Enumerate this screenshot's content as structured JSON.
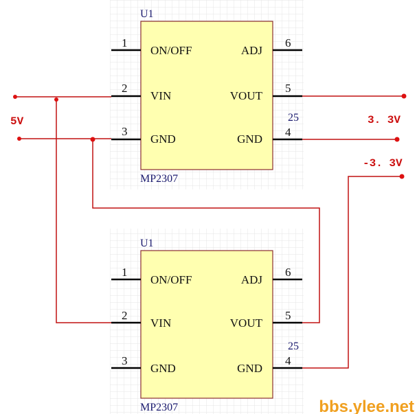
{
  "chips": [
    {
      "designator": "U1",
      "part": "MP2307",
      "pins": [
        {
          "num": "1",
          "name": "ON/OFF"
        },
        {
          "num": "2",
          "name": "VIN"
        },
        {
          "num": "3",
          "name": "GND"
        },
        {
          "num": "6",
          "name": "ADJ"
        },
        {
          "num": "5",
          "name": "VOUT"
        },
        {
          "num": "4",
          "name": "GND"
        }
      ],
      "extra": "25"
    },
    {
      "designator": "U1",
      "part": "MP2307",
      "pins": [
        {
          "num": "1",
          "name": "ON/OFF"
        },
        {
          "num": "2",
          "name": "VIN"
        },
        {
          "num": "3",
          "name": "GND"
        },
        {
          "num": "6",
          "name": "ADJ"
        },
        {
          "num": "5",
          "name": "VOUT"
        },
        {
          "num": "4",
          "name": "GND"
        }
      ],
      "extra": "25"
    }
  ],
  "nets": {
    "input": "5V",
    "pos_out": "3. 3V",
    "neg_out": "-3. 3V"
  },
  "watermark": "bbs.ylee.net",
  "colors": {
    "wire": "#c01010",
    "body": "#ffffb0",
    "pin": "#000000"
  }
}
